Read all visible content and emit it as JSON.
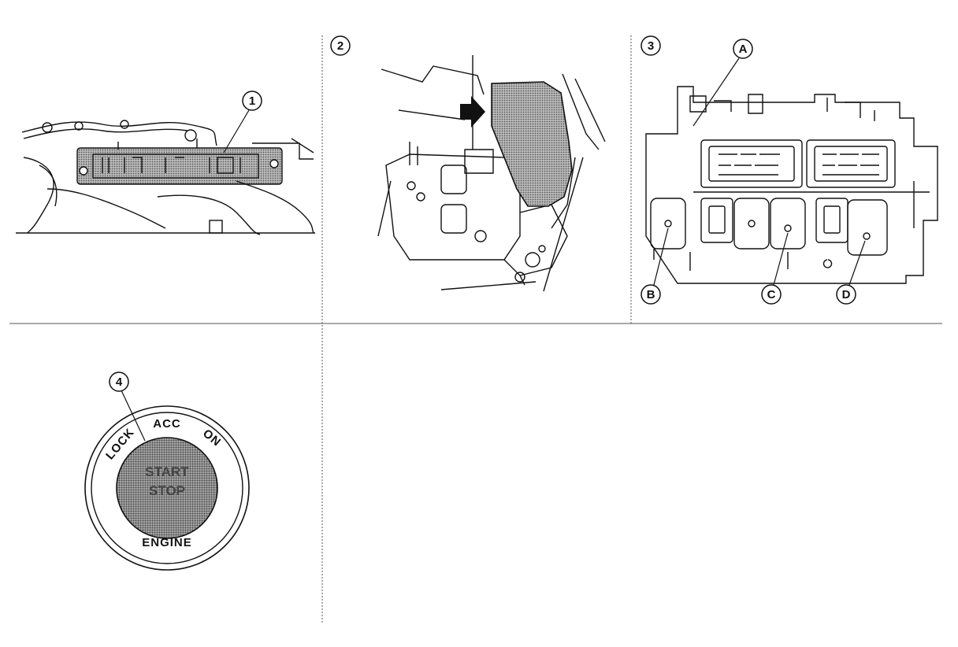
{
  "panels": [
    {
      "callout": "1"
    },
    {
      "callout": "2"
    },
    {
      "callout": "3",
      "letters": [
        "A",
        "B",
        "C",
        "D"
      ]
    },
    {
      "callout": "4",
      "ring_labels": {
        "lock": "LOCK",
        "acc": "ACC",
        "on": "ON",
        "engine": "ENGINE"
      },
      "button_labels": {
        "line1": "START",
        "line2": "STOP"
      }
    }
  ],
  "colors": {
    "line": "#111111",
    "shade": "#8c8c8c",
    "divider": "#555555"
  }
}
